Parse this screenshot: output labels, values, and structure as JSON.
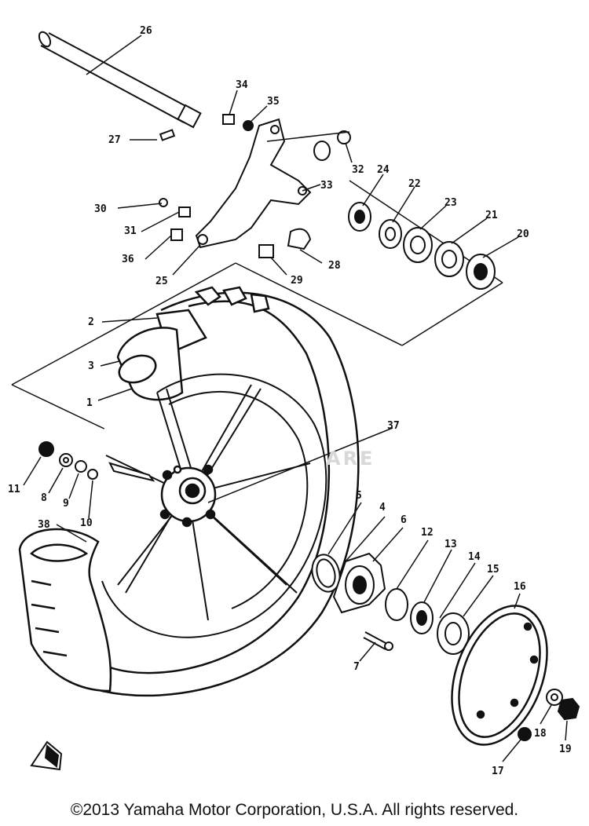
{
  "diagram": {
    "callouts": [
      "1",
      "2",
      "3",
      "4",
      "5",
      "6",
      "7",
      "8",
      "9",
      "10",
      "11",
      "12",
      "13",
      "14",
      "15",
      "16",
      "17",
      "18",
      "19",
      "20",
      "21",
      "22",
      "23",
      "24",
      "25",
      "26",
      "27",
      "28",
      "29",
      "30",
      "31",
      "32",
      "33",
      "34",
      "35",
      "36",
      "36",
      "37",
      "38"
    ]
  },
  "watermark": "ARE",
  "footer": {
    "copyright": "©2013 Yamaha Motor Corporation, U.S.A. All rights reserved."
  },
  "colors": {
    "ink": "#111111",
    "paper": "#ffffff"
  },
  "icons": [
    "front-arrow-icon"
  ]
}
